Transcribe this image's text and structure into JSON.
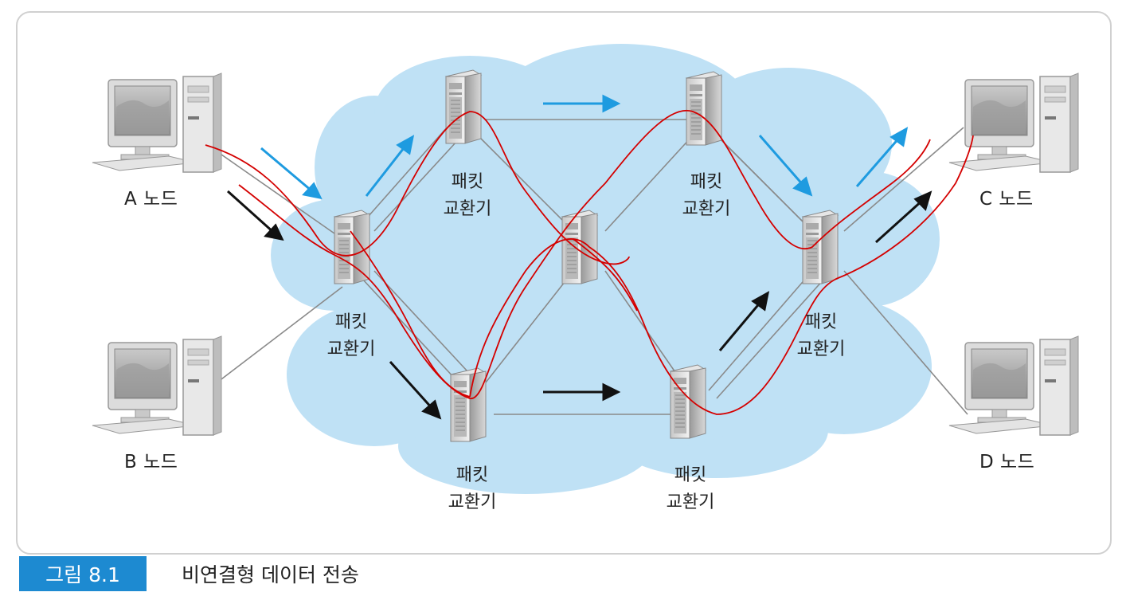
{
  "figure": {
    "number_label": "그림 8.1",
    "title": "비연결형 데이터 전송",
    "colors": {
      "cloud": "#bfe1f5",
      "blue_arrow": "#1e9be0",
      "black_arrow": "#111111",
      "red_path": "#d40000",
      "badge": "#1d8ad1"
    }
  },
  "nodes": {
    "a": "A 노드",
    "b": "B 노드",
    "c": "C 노드",
    "d": "D 노드"
  },
  "switches": {
    "left": {
      "line1": "패킷",
      "line2": "교환기"
    },
    "top_left": {
      "line1": "패킷",
      "line2": "교환기"
    },
    "top_right": {
      "line1": "패킷",
      "line2": "교환기"
    },
    "right": {
      "line1": "패킷",
      "line2": "교환기"
    },
    "bottom_left": {
      "line1": "패킷",
      "line2": "교환기"
    },
    "bottom_right": {
      "line1": "패킷",
      "line2": "교환기"
    }
  }
}
